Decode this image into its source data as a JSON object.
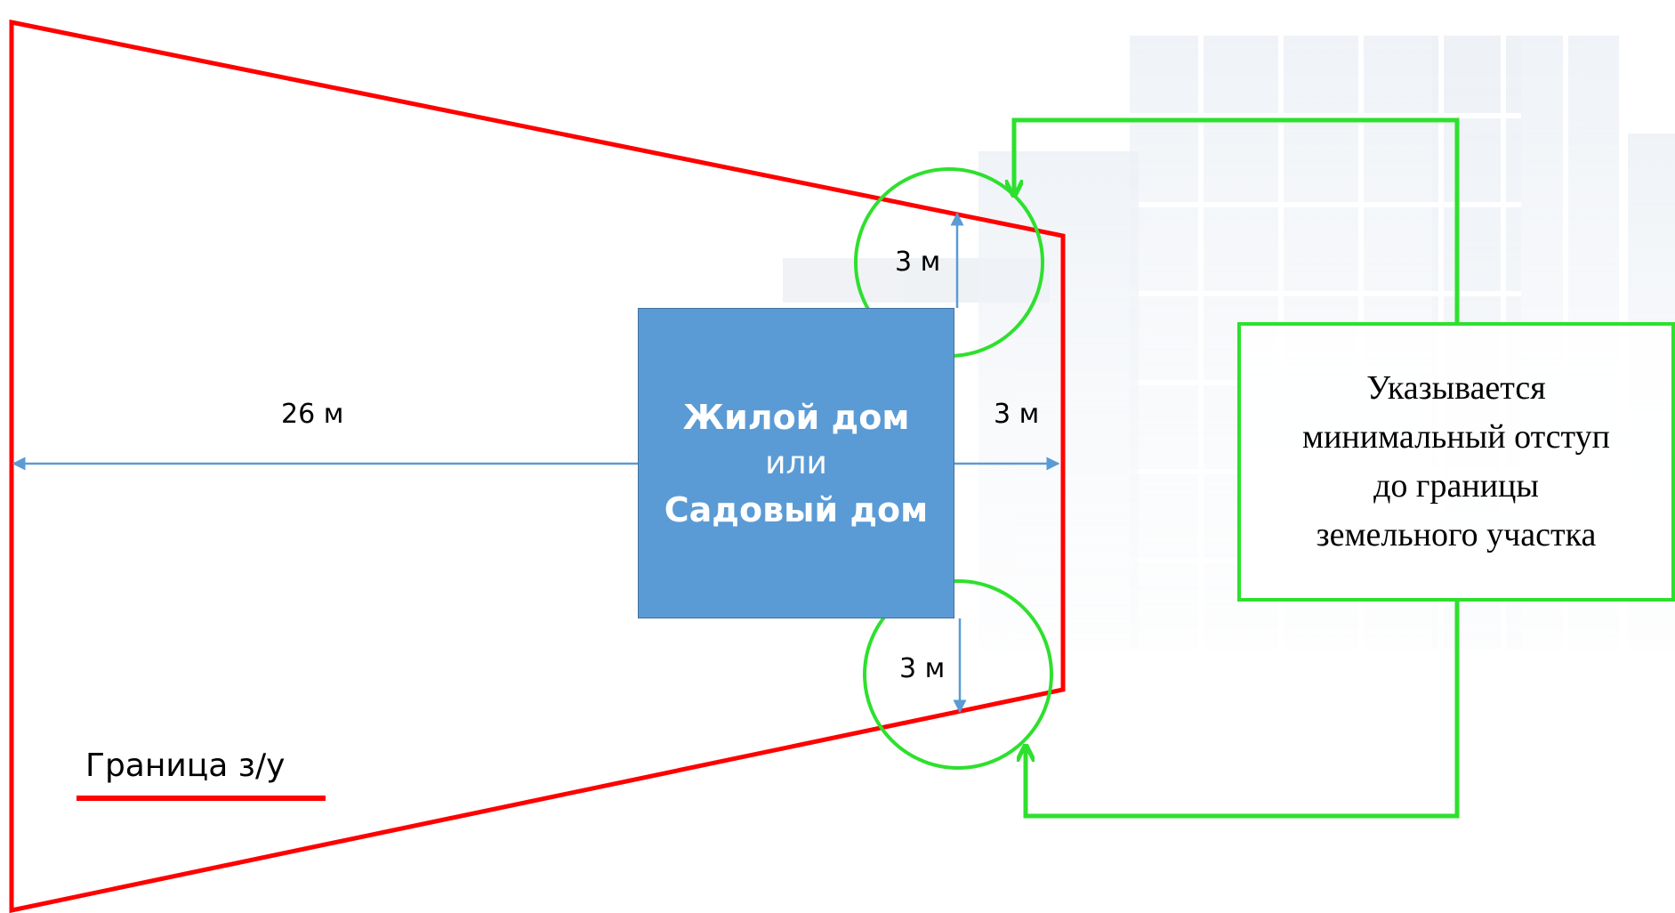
{
  "house": {
    "line1": "Жилой дом",
    "line2": "или",
    "line3": "Садовый дом"
  },
  "dimensions": {
    "left": "26 м",
    "top": "3 м",
    "right": "3 м",
    "bottom": "3 м"
  },
  "note": {
    "line1": "Указывается",
    "line2": "минимальный отступ",
    "line3": "до границы",
    "line4": "земельного участка"
  },
  "legend": {
    "label": "Граница з/у"
  },
  "colors": {
    "boundary": "#ff0000",
    "callout": "#2ee02e",
    "house_fill": "#5b9bd5",
    "dimension": "#5b9bd5"
  }
}
